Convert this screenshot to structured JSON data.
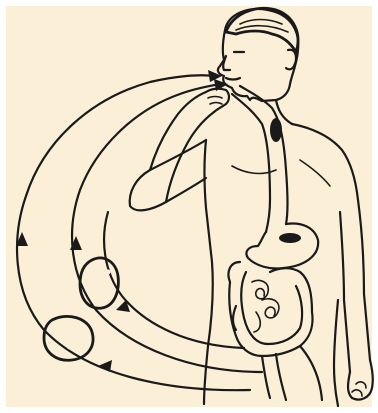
{
  "illustration": {
    "colors": {
      "paper": "#FBEFD8",
      "ink": "#1A1A1A",
      "background": "#FFFFFF"
    },
    "icons": [
      "human-torso",
      "digestive-tract",
      "egg-cluster",
      "cycle-arrow"
    ]
  }
}
